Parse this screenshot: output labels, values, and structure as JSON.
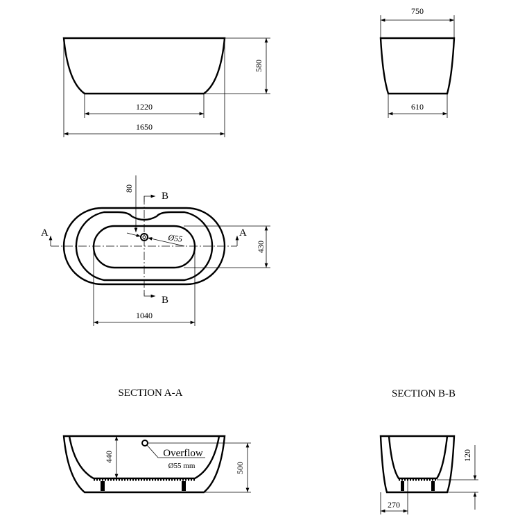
{
  "front_view": {
    "dim_height": "580",
    "dim_bottom_width": "1220",
    "dim_total_length": "1650"
  },
  "side_view": {
    "dim_top_width": "750",
    "dim_bottom_width": "610"
  },
  "plan_view": {
    "dim_drain_offset": "80",
    "dim_basin_width": "430",
    "dim_basin_length": "1040",
    "drain_diameter": "Ø55",
    "section_a_left": "A",
    "section_a_right": "A",
    "section_b_top": "B",
    "section_b_bottom": "B"
  },
  "section_aa": {
    "title": "SECTION  A-A",
    "dim_depth": "440",
    "dim_overflow_height": "500",
    "overflow_label": "Overflow",
    "overflow_size": "Ø55  mm"
  },
  "section_bb": {
    "title": "SECTION  B-B",
    "dim_base_height": "120",
    "dim_drain_offset": "270"
  }
}
